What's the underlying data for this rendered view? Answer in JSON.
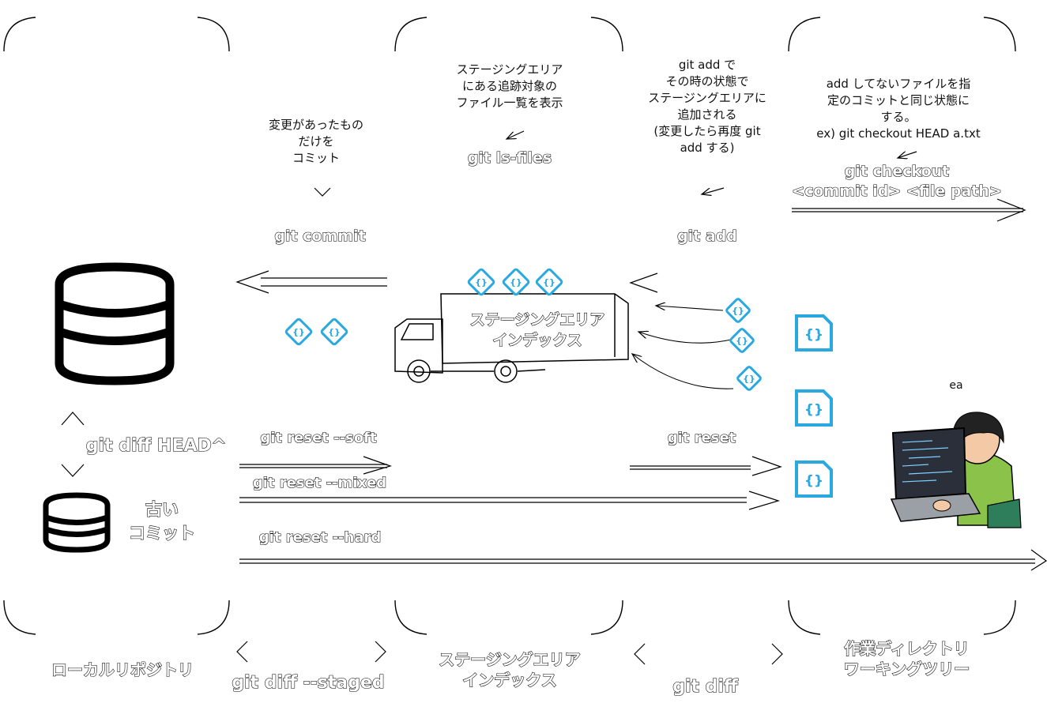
{
  "columns": {
    "repository": "ローカルリポジトリ",
    "staging": [
      "ステージングエリア",
      "インデックス"
    ],
    "working": [
      "作業ディレクトリ",
      "ワーキングツリー"
    ]
  },
  "notes": {
    "commit": [
      "変更があったもの",
      "だけを",
      "コミット"
    ],
    "ls_files": [
      "ステージングエリア",
      "にある追跡対象の",
      "ファイル一覧を表示"
    ],
    "add": [
      "git add で",
      "その時の状態で",
      "ステージングエリアに",
      "追加される",
      "(変更したら再度 git",
      "add する)"
    ],
    "checkout": [
      "add してないファイルを指",
      "定のコミットと同じ状態に",
      "する。",
      "ex) git checkout HEAD a.txt"
    ]
  },
  "commands": {
    "ls_files": "git ls-files",
    "commit": "git commit",
    "add": "git add",
    "checkout": [
      "git checkout",
      "<commit id> <file path>"
    ],
    "diff_head": "git diff HEAD^",
    "reset_soft": "git reset --soft",
    "reset_mixed": "git reset --mixed",
    "reset_hard": "git reset --hard",
    "reset": "git reset",
    "diff_staged": "git diff --staged",
    "diff": "git diff"
  },
  "truck_label": [
    "ステージングエリア",
    "インデックス"
  ],
  "old_commit": [
    "古い",
    "コミット"
  ],
  "person_label": "ea",
  "icons": {
    "database": "database-icon",
    "file": "json-file-icon",
    "diamond": "staged-file-icon",
    "truck": "truck-icon",
    "person": "developer-at-laptop-illustration"
  },
  "colors": {
    "accent": "#29a9df",
    "stroke": "#000000"
  }
}
